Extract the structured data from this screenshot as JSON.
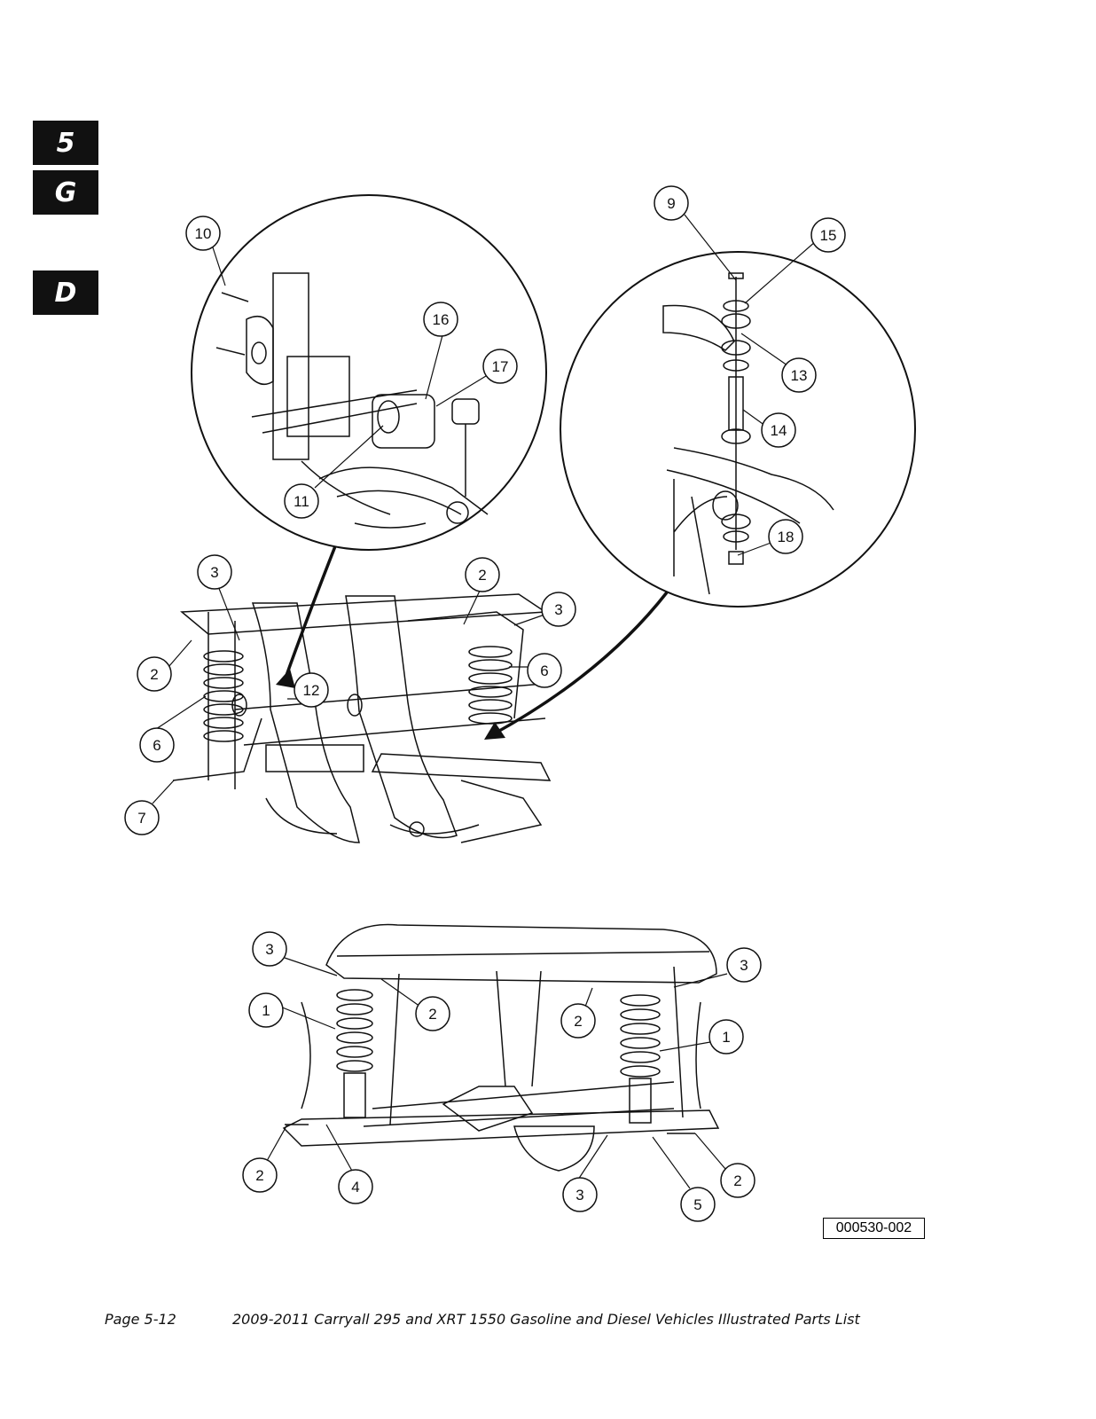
{
  "section_tabs": [
    "5",
    "G",
    "D"
  ],
  "callouts": {
    "c10": "10",
    "c16": "16",
    "c17": "17",
    "c11": "11",
    "c9": "9",
    "c15": "15",
    "c13": "13",
    "c14": "14",
    "c18": "18",
    "u3a": "3",
    "u2a": "2",
    "u3b": "3",
    "u2b": "2",
    "u6a": "6",
    "u12": "12",
    "u6b": "6",
    "u7": "7",
    "l3a": "3",
    "l3b": "3",
    "l1a": "1",
    "l2a": "2",
    "l2b": "2",
    "l1b": "1",
    "l2c": "2",
    "l4": "4",
    "l3c": "3",
    "l5": "5",
    "l2d": "2"
  },
  "figure_ref": "000530-002",
  "footer": {
    "page": "Page 5-12",
    "title": "2009-2011 Carryall 295 and XRT 1550 Gasoline and Diesel Vehicles Illustrated Parts List"
  }
}
